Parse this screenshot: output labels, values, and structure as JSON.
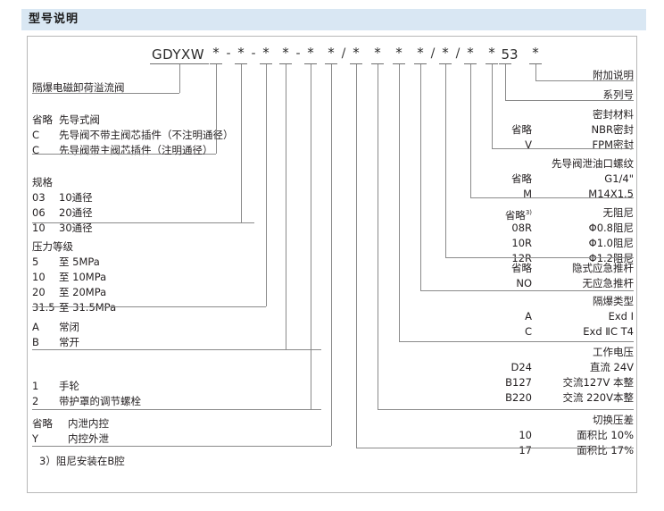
{
  "header": {
    "title": "型号说明"
  },
  "model_code": {
    "name": "GDYXW",
    "tokens": [
      "*",
      "-",
      "*",
      "-",
      "*",
      "*",
      "-",
      "*",
      "*",
      "/",
      "*",
      "*",
      "*",
      "*",
      "/",
      "*",
      "/",
      "*",
      "*",
      "53",
      "*"
    ]
  },
  "left_groups": [
    {
      "name": "product-name",
      "lines": [
        {
          "code": "",
          "desc": "隔爆电磁卸荷溢流阀"
        }
      ]
    },
    {
      "name": "pilot-type",
      "lines": [
        {
          "code": "省略",
          "desc": "先导式阀"
        },
        {
          "code": "C",
          "desc": "先导阀不带主阀芯插件（不注明通径）"
        },
        {
          "code": "C",
          "desc": "先导阀带主阀芯插件（注明通径）"
        }
      ]
    },
    {
      "name": "specification",
      "title": "规格",
      "lines": [
        {
          "code": "03",
          "desc": "10通径"
        },
        {
          "code": "06",
          "desc": "20通径"
        },
        {
          "code": "10",
          "desc": "30通径"
        }
      ]
    },
    {
      "name": "pressure-grade",
      "title": "压力等级",
      "lines": [
        {
          "code": "5",
          "desc": "至  5MPa"
        },
        {
          "code": "10",
          "desc": "至 10MPa"
        },
        {
          "code": "20",
          "desc": "至 20MPa"
        },
        {
          "code": "31.5",
          "desc": "至 31.5MPa"
        }
      ]
    },
    {
      "name": "normal-state",
      "lines": [
        {
          "code": "A",
          "desc": "常闭"
        },
        {
          "code": "B",
          "desc": "常开"
        }
      ]
    },
    {
      "name": "adjust-type",
      "lines": [
        {
          "code": "1",
          "desc": "手轮"
        },
        {
          "code": "2",
          "desc": "带护罩的调节螺栓"
        }
      ]
    },
    {
      "name": "drain-control",
      "lines": [
        {
          "code": "省略",
          "desc": "内泄内控"
        },
        {
          "code": "Y",
          "desc": "内控外泄"
        }
      ]
    }
  ],
  "right_groups": [
    {
      "name": "additional-note",
      "title": "附加说明",
      "lines": []
    },
    {
      "name": "series-number",
      "title": "系列号",
      "lines": []
    },
    {
      "name": "seal-material",
      "title": "密封材料",
      "lines": [
        {
          "code": "省略",
          "desc": "NBR密封"
        },
        {
          "code": "V",
          "desc": "FPM密封"
        }
      ]
    },
    {
      "name": "pilot-drain-thread",
      "title": "先导阀泄油口螺纹",
      "lines": [
        {
          "code": "省略",
          "desc": "G1/4\""
        },
        {
          "code": "M",
          "desc": "M14X1.5"
        }
      ]
    },
    {
      "name": "damping",
      "title": "",
      "lines": [
        {
          "code": "省略",
          "sup": "3)",
          "desc": "无阻尼"
        },
        {
          "code": "08R",
          "desc": "Φ0.8阻尼"
        },
        {
          "code": "10R",
          "desc": "Φ1.0阻尼"
        },
        {
          "code": "12R",
          "desc": "Φ1.2阻尼"
        }
      ]
    },
    {
      "name": "emergency-rod",
      "title": "",
      "lines": [
        {
          "code": "省略",
          "desc": "隐式应急推杆"
        },
        {
          "code": "NO",
          "desc": "无应急推杆"
        }
      ]
    },
    {
      "name": "explosion-proof-type",
      "title": "隔爆类型",
      "lines": [
        {
          "code": "A",
          "desc": "Exd Ⅰ"
        },
        {
          "code": "C",
          "desc": "Exd ⅡC T4"
        }
      ]
    },
    {
      "name": "working-voltage",
      "title": "工作电压",
      "lines": [
        {
          "code": "D24",
          "desc": "直流 24V"
        },
        {
          "code": "B127",
          "desc": "交流127V 本整"
        },
        {
          "code": "B220",
          "desc": "交流 220V本整"
        }
      ]
    },
    {
      "name": "switch-pressure-diff",
      "title": "切换压差",
      "lines": [
        {
          "code": "10",
          "desc": "面积比  10%"
        },
        {
          "code": "17",
          "desc": "面积比  17%"
        }
      ]
    }
  ],
  "footnote": "3）阻尼安装在B腔",
  "colors": {
    "header_bg": "#d9e7f3",
    "line": "#8a8a8a",
    "text": "#231f20"
  }
}
